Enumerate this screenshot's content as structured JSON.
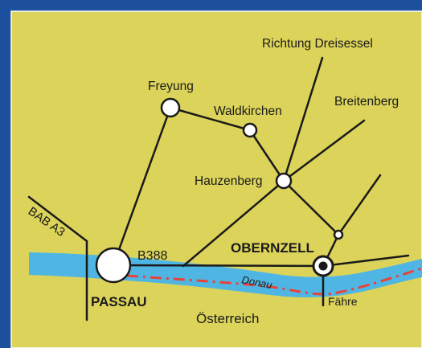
{
  "colors": {
    "land": "#dcd35a",
    "frame": "#1c4f9c",
    "river": "#4fb6e4",
    "border_dash": "#e8413a",
    "road": "#1a1a1a",
    "town_fill": "#ffffff",
    "text": "#1a1a1a",
    "river_label": "#ffffff"
  },
  "places": {
    "passau": "PASSAU",
    "obernzell": "OBERNZELL",
    "freyung": "Freyung",
    "waldkirchen": "Waldkirchen",
    "hauzenberg": "Hauzenberg",
    "breitenberg": "Breitenberg",
    "dreisessel": "Richtung Dreisessel",
    "austria": "Österreich",
    "faehre": "Fähre"
  },
  "roads": {
    "a3": "BAB A3",
    "b388": "B388"
  },
  "river": {
    "name": "Donau"
  },
  "icons": [
    "town-marker-icon",
    "ferry-icon"
  ]
}
